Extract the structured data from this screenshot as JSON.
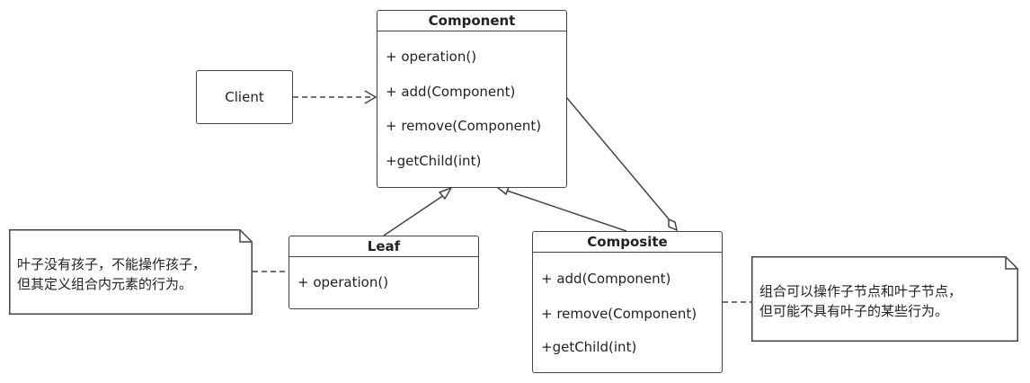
{
  "component": {
    "title": "Component",
    "ops": [
      "+ operation()",
      "+ add(Component)",
      "+ remove(Component)",
      "+getChild(int)"
    ]
  },
  "client": {
    "label": "Client"
  },
  "leaf": {
    "title": "Leaf",
    "ops": [
      "+ operation()"
    ]
  },
  "composite": {
    "title": "Composite",
    "ops": [
      "+ add(Component)",
      "+ remove(Component)",
      "+getChild(int)"
    ]
  },
  "leaf_note": {
    "lines": [
      "叶子没有孩子，不能操作孩子，",
      "但其定义组合内元素的行为。"
    ]
  },
  "composite_note": {
    "lines": [
      "组合可以操作子节点和叶子节点，",
      "但可能不具有叶子的某些行为。"
    ]
  },
  "colors": {
    "stroke": "#444444",
    "background": "#ffffff"
  }
}
